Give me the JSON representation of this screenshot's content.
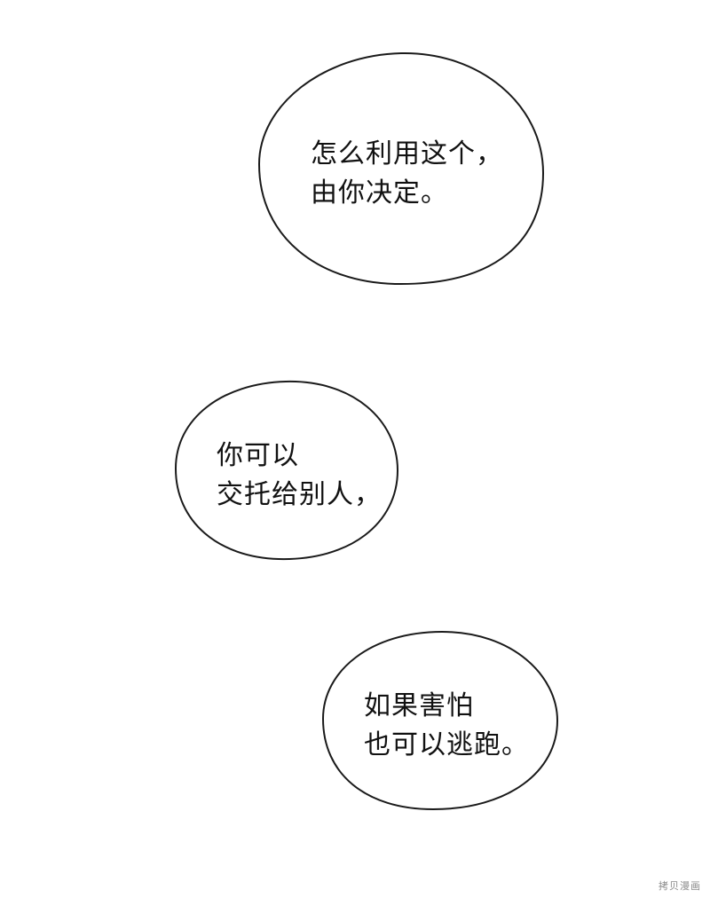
{
  "bubbles": [
    {
      "lines": [
        "怎么利用这个，",
        "由你决定。"
      ]
    },
    {
      "lines": [
        "你可以",
        "交托给别人，"
      ]
    },
    {
      "lines": [
        "如果害怕",
        "也可以逃跑。"
      ]
    }
  ],
  "watermark": "拷贝漫画",
  "colors": {
    "background": "#ffffff",
    "outline": "#1a1a1a",
    "text": "#111111"
  }
}
